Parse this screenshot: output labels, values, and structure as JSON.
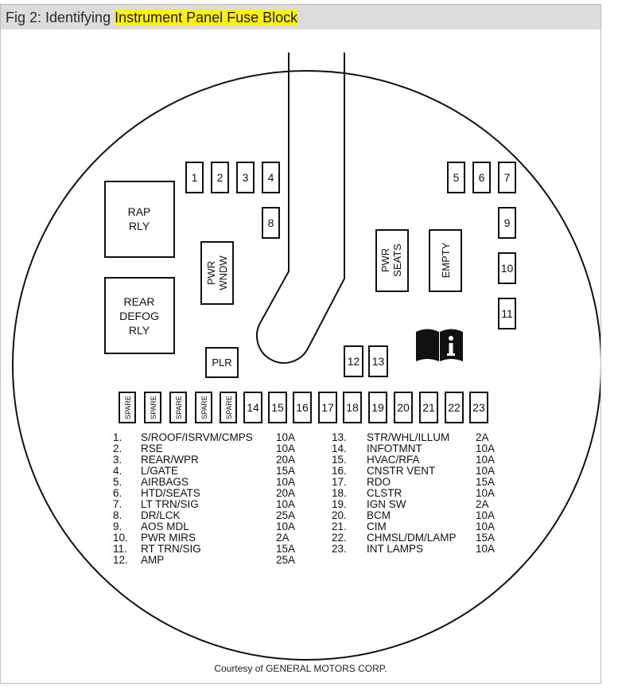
{
  "figure": {
    "caption_prefix": "Fig 2: Identifying ",
    "caption_highlight": "Instrument Panel Fuse Block",
    "courtesy": "Courtesy of GENERAL MOTORS CORP."
  },
  "colors": {
    "highlight": "#fff200",
    "caption_bar": "#dcdcdc",
    "line": "#111111"
  },
  "relays": {
    "rap": [
      "RAP",
      "RLY"
    ],
    "rear_defog": [
      "REAR",
      "DEFOG",
      "RLY"
    ],
    "pwr_wndw": [
      "PWR",
      "WNDW"
    ],
    "pwr_seats": [
      "PWR",
      "SEATS"
    ],
    "empty": "EMPTY",
    "plr": "PLR"
  },
  "fuse_numbers": [
    "1",
    "2",
    "3",
    "4",
    "5",
    "6",
    "7",
    "8",
    "9",
    "10",
    "11",
    "12",
    "13"
  ],
  "bottom_row": {
    "spare_label": "SPARE",
    "numbers": [
      "14",
      "15",
      "16",
      "17",
      "18",
      "19",
      "20",
      "21",
      "22",
      "23"
    ]
  },
  "info_icon": "manual-info-icon",
  "legend": {
    "left": [
      {
        "num": "1.",
        "name": "S/ROOF/ISRVM/CMPS",
        "amp": "10A"
      },
      {
        "num": "2.",
        "name": "RSE",
        "amp": "10A"
      },
      {
        "num": "3.",
        "name": "REAR/WPR",
        "amp": "20A"
      },
      {
        "num": "4.",
        "name": "L/GATE",
        "amp": "15A"
      },
      {
        "num": "5.",
        "name": "AIRBAGS",
        "amp": "10A"
      },
      {
        "num": "6.",
        "name": "HTD/SEATS",
        "amp": "20A"
      },
      {
        "num": "7.",
        "name": "LT TRN/SIG",
        "amp": "10A"
      },
      {
        "num": "8.",
        "name": "DR/LCK",
        "amp": "25A"
      },
      {
        "num": "9.",
        "name": "AOS MDL",
        "amp": "10A"
      },
      {
        "num": "10.",
        "name": "PWR MIRS",
        "amp": "2A"
      },
      {
        "num": "11.",
        "name": "RT TRN/SIG",
        "amp": "15A"
      },
      {
        "num": "12.",
        "name": "AMP",
        "amp": "25A"
      }
    ],
    "right": [
      {
        "num": "13.",
        "name": "STR/WHL/ILLUM",
        "amp": "2A"
      },
      {
        "num": "14.",
        "name": "INFOTMNT",
        "amp": "10A"
      },
      {
        "num": "15.",
        "name": "HVAC/RFA",
        "amp": "10A"
      },
      {
        "num": "16.",
        "name": "CNSTR VENT",
        "amp": "10A"
      },
      {
        "num": "17.",
        "name": "RDO",
        "amp": "15A"
      },
      {
        "num": "18.",
        "name": "CLSTR",
        "amp": "10A"
      },
      {
        "num": "19.",
        "name": "IGN SW",
        "amp": "2A"
      },
      {
        "num": "20.",
        "name": "BCM",
        "amp": "10A"
      },
      {
        "num": "21.",
        "name": "CIM",
        "amp": "10A"
      },
      {
        "num": "22.",
        "name": "CHMSL/DM/LAMP",
        "amp": "15A"
      },
      {
        "num": "23.",
        "name": "INT LAMPS",
        "amp": "10A"
      }
    ]
  }
}
